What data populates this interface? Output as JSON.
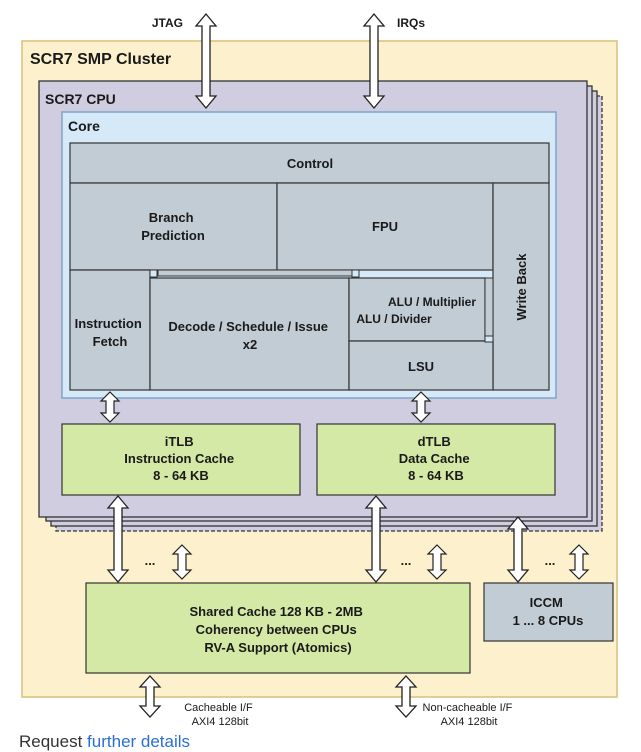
{
  "diagram": {
    "top_signals": {
      "jtag": "JTAG",
      "irqs": "IRQs"
    },
    "cluster_title": "SCR7 SMP Cluster",
    "cpu_title": "SCR7 CPU",
    "core_title": "Core",
    "blocks": {
      "control": "Control",
      "branch_prediction": [
        "Branch",
        "Prediction"
      ],
      "fpu": "FPU",
      "write_back": "Write Back",
      "instruction_fetch": [
        "Instruction",
        "Fetch"
      ],
      "decode": [
        "Decode / Schedule / Issue",
        "x2"
      ],
      "alu_multiplier": "ALU / Multiplier",
      "alu_divider": "ALU / Divider",
      "lsu": "LSU",
      "itlb": [
        "iTLB",
        "Instruction Cache",
        "8 - 64 KB"
      ],
      "dtlb": [
        "dTLB",
        "Data Cache",
        "8 - 64 KB"
      ],
      "shared_cache": [
        "Shared Cache 128 KB - 2MB",
        "Coherency between CPUs",
        "RV-A Support (Atomics)"
      ],
      "iccm": [
        "ICCM",
        "1 ... 8 CPUs"
      ]
    },
    "ellipsis": "...",
    "bottom_signals": {
      "cacheable": [
        "Cacheable I/F",
        "AXI4 128bit"
      ],
      "noncacheable": [
        "Non-cacheable I/F",
        "AXI4 128bit"
      ]
    },
    "colors": {
      "cluster_fill": "#fdf0cc",
      "cpu_fill": "#d0cde1",
      "core_fill": "#d5e9f8",
      "block_fill": "#c2ccd4",
      "cache_fill": "#d5e9a6",
      "iccm_fill": "#c2ccd4"
    }
  },
  "footer": {
    "prefix": "Request ",
    "link": "further details"
  }
}
